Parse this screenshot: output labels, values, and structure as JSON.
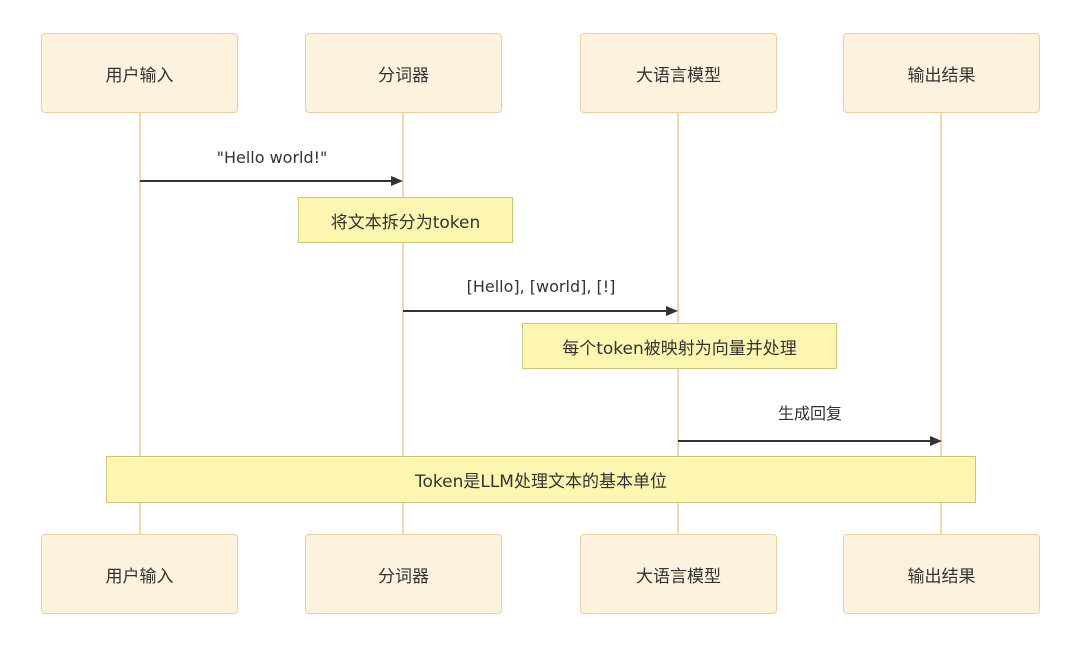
{
  "diagram": {
    "type": "sequence-diagram",
    "actors": [
      {
        "label": "用户输入"
      },
      {
        "label": "分词器"
      },
      {
        "label": "大语言模型"
      },
      {
        "label": "输出结果"
      }
    ],
    "messages": [
      {
        "from": "用户输入",
        "to": "分词器",
        "label": "\"Hello world!\"",
        "arrow": "solid"
      },
      {
        "from": "分词器",
        "to": "大语言模型",
        "label": "[Hello], [world], [!]",
        "arrow": "solid"
      },
      {
        "from": "大语言模型",
        "to": "输出结果",
        "label": "生成回复",
        "arrow": "solid"
      }
    ],
    "notes": [
      {
        "over": "分词器",
        "text": "将文本拆分为token"
      },
      {
        "over": "大语言模型",
        "text": "每个token被映射为向量并处理"
      },
      {
        "over": "用户输入..输出结果",
        "text": "Token是LLM处理文本的基本单位"
      }
    ],
    "colors": {
      "background": "#ffffff",
      "actor_fill": "#fcf2de",
      "actor_border": "#eccfa0",
      "lifeline": "#ecd9b0",
      "note_fill": "#fdf6b0",
      "note_border": "#cdc57a",
      "arrow": "#333333",
      "text": "#333333"
    }
  }
}
